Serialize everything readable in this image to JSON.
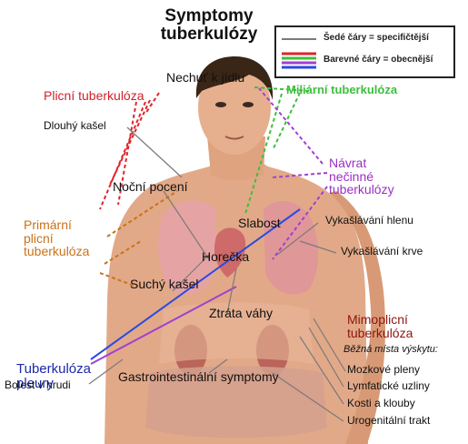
{
  "title_line1": "Symptomy",
  "title_line2": "tuberkulózy",
  "legend": {
    "row1": "Šedé čáry = specifičtější",
    "row2": "Barevné čáry = obecnější",
    "gray_color": "#8a8a8a",
    "colors": [
      "#e0242a",
      "#3cc03c",
      "#9a2fc2",
      "#2a4be0"
    ]
  },
  "categories": {
    "plicni": "Plicní tuberkulóza",
    "mliarni": "Miliární tuberkulóza",
    "navrat": [
      "Návrat",
      "nečinné",
      "tuberkulózy"
    ],
    "primarni": [
      "Primární",
      "plicní",
      "tuberkulóza"
    ],
    "mimoplicni": [
      "Mimoplicní",
      "tuberkulóza"
    ],
    "pleury": [
      "Tuberkulóza",
      "pleury"
    ]
  },
  "symptoms": {
    "nechut": "Nechuť k jídlu",
    "dlouhy_kasel": "Dlouhý kašel",
    "nocni_poceni": "Noční pocení",
    "slabost": "Slabost",
    "vykasl_hlen": "Vykašlávání hlenu",
    "vykasl_krev": "Vykašlávání krve",
    "horecka": "Horečka",
    "suchy_kasel": "Suchý kašel",
    "ztrata_vahy": "Ztráta váhy",
    "bezna_mista": "Běžná místa výskytu:",
    "mozkove_pleny": "Mozkové pleny",
    "lymf_uzliny": "Lymfatické uzliny",
    "kosti_klouby": "Kosti a klouby",
    "urogenitalni": "Urogenitální trakt",
    "gastro": "Gastrointestinální symptomy",
    "bolest_hrudi": "Bolest v hrudi"
  },
  "palette": {
    "skin": "#e6b08e",
    "skin_dark": "#c98a66",
    "hair": "#3a2616",
    "lung": "#e5a3a6",
    "organ": "#c9756a",
    "red": "#e0242a",
    "green": "#3cc03c",
    "purple": "#a040d0",
    "orange": "#c8721b",
    "blue": "#2a4be0",
    "darkred": "#8e1410",
    "gray": "#7a7a7a"
  }
}
